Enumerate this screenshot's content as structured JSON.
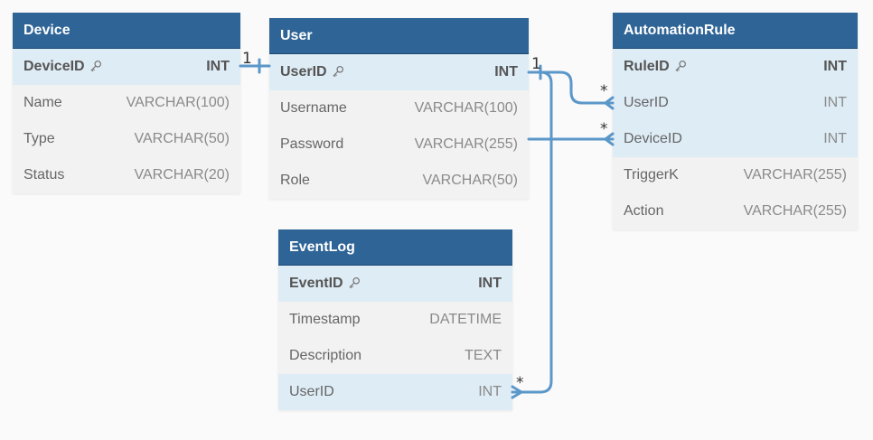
{
  "colors": {
    "header": "#2e6496",
    "link": "#5b97c9",
    "key_row": "#deecf5"
  },
  "tables": {
    "device": {
      "title": "Device",
      "rows": [
        {
          "name": "DeviceID",
          "type": "INT",
          "pk": true
        },
        {
          "name": "Name",
          "type": "VARCHAR(100)"
        },
        {
          "name": "Type",
          "type": "VARCHAR(50)"
        },
        {
          "name": "Status",
          "type": "VARCHAR(20)"
        }
      ]
    },
    "user": {
      "title": "User",
      "rows": [
        {
          "name": "UserID",
          "type": "INT",
          "pk": true
        },
        {
          "name": "Username",
          "type": "VARCHAR(100)"
        },
        {
          "name": "Password",
          "type": "VARCHAR(255)"
        },
        {
          "name": "Role",
          "type": "VARCHAR(50)"
        }
      ]
    },
    "automationrule": {
      "title": "AutomationRule",
      "rows": [
        {
          "name": "RuleID",
          "type": "INT",
          "pk": true
        },
        {
          "name": "UserID",
          "type": "INT",
          "fk": true
        },
        {
          "name": "DeviceID",
          "type": "INT",
          "fk": true
        },
        {
          "name": "TriggerK",
          "type": "VARCHAR(255)"
        },
        {
          "name": "Action",
          "type": "VARCHAR(255)"
        }
      ]
    },
    "eventlog": {
      "title": "EventLog",
      "rows": [
        {
          "name": "EventID",
          "type": "INT",
          "pk": true
        },
        {
          "name": "Timestamp",
          "type": "DATETIME"
        },
        {
          "name": "Description",
          "type": "TEXT"
        },
        {
          "name": "UserID",
          "type": "INT",
          "fk": true
        }
      ]
    }
  },
  "cardinality": {
    "device_user_one": "1",
    "user_one": "1",
    "rule_user_many": "*",
    "rule_device_many": "*",
    "eventlog_user_many": "*"
  }
}
